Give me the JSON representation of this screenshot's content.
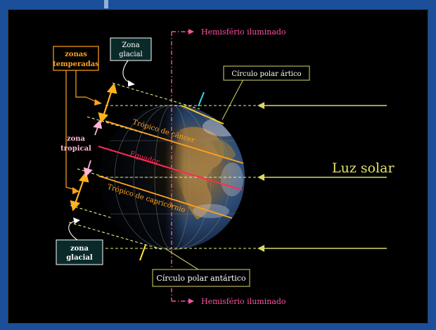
{
  "labels": {
    "hemisferio_top": "Hemisfério iluminado",
    "hemisferio_bottom": "Hemisfério iluminado",
    "zonas_temperadas_1": "zonas",
    "zonas_temperadas_2": "temperadas",
    "zona_glacial_top_1": "Zona",
    "zona_glacial_top_2": "glacial",
    "zona_tropical_1": "zona",
    "zona_tropical_2": "tropical",
    "zona_glacial_bottom_1": "zona",
    "zona_glacial_bottom_2": "glacial",
    "circulo_polar_artico": "Círculo polar ártico",
    "circulo_polar_antartico": "Círculo polar antártico",
    "tropico_cancer": "Trópico de câncer",
    "equador": "Equador",
    "tropico_capricornio": "Trópico de capricórnio",
    "luz_solar": "Luz solar"
  },
  "colors": {
    "background": "#000000",
    "frame": "#1b4f9a",
    "sunlight": "#d8d86a",
    "tropic": "#ffa21f",
    "equator": "#ff2a55",
    "hemisphere_text": "#ff4fa0",
    "axis_cyan": "#38d8e8",
    "zone_arrow": "#ffb21f",
    "tropical_arrow": "#ffb4d8"
  }
}
